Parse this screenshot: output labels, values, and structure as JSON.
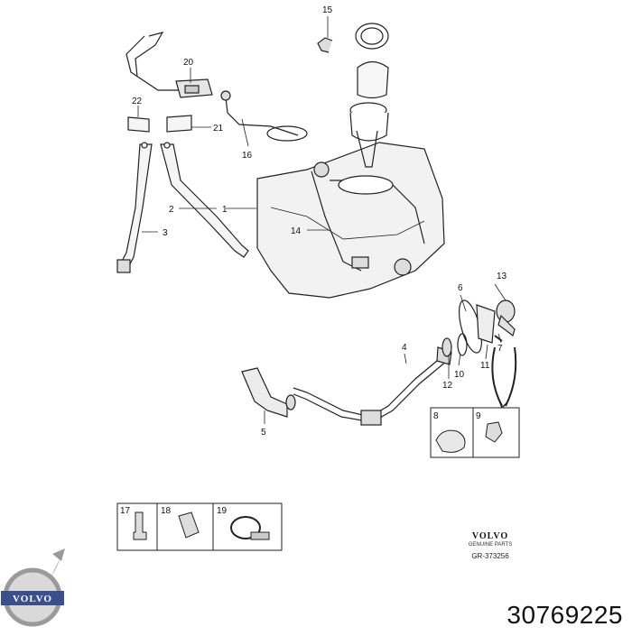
{
  "callouts": [
    "15",
    "20",
    "22",
    "21",
    "16",
    "1",
    "2",
    "14",
    "3",
    "13",
    "6",
    "4",
    "10",
    "12",
    "11",
    "7",
    "5",
    "8",
    "9",
    "17",
    "18",
    "19"
  ],
  "brand_mark": {
    "word": "VOLVO",
    "subtitle": "GENUINE PARTS"
  },
  "figure_ref": "GR-373256",
  "logo": {
    "word": "VOLVO"
  },
  "part_number": "30769225",
  "colors": {
    "line": "#222222",
    "fill": "#eeeeee",
    "logo_blue": "#3a4f8c"
  }
}
